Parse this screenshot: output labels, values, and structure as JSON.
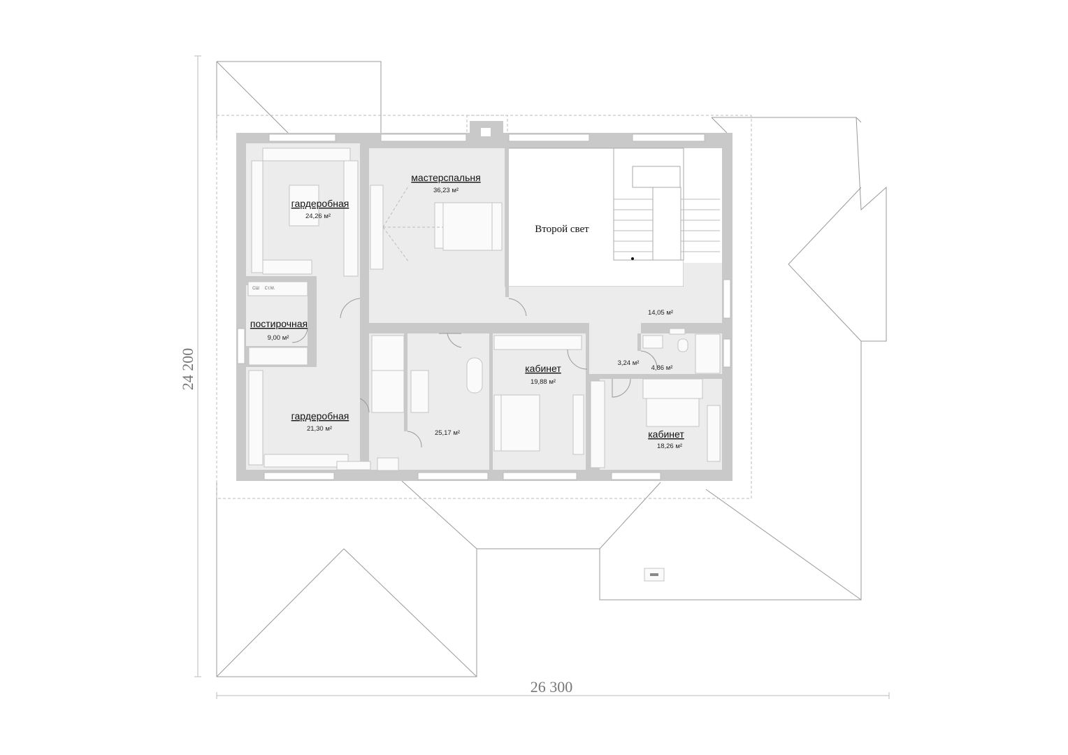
{
  "dimensions": {
    "height": "24 200",
    "width": "26 300"
  },
  "rooms": [
    {
      "name": "гардеробная",
      "area": "24,26 м²"
    },
    {
      "name": "мастерспальня",
      "area": "36,23 м²"
    },
    {
      "name": "Второй свет",
      "area": ""
    },
    {
      "name": "постирочная",
      "area": "9,00 м²"
    },
    {
      "name": "",
      "area": "14,05 м²"
    },
    {
      "name": "кабинет",
      "area": "19,88 м²"
    },
    {
      "name": "",
      "area": "3,24 м²"
    },
    {
      "name": "",
      "area": "4,86 м²"
    },
    {
      "name": "гардеробная",
      "area": "21,30 м²"
    },
    {
      "name": "",
      "area": "25,17 м²"
    },
    {
      "name": "кабинет",
      "area": "18,26 м²"
    }
  ],
  "appliance_labels": {
    "dishwasher": "СШ",
    "washer": "Ст.М."
  },
  "colors": {
    "wall": "#c9c9c9",
    "floor": "#ececec"
  }
}
